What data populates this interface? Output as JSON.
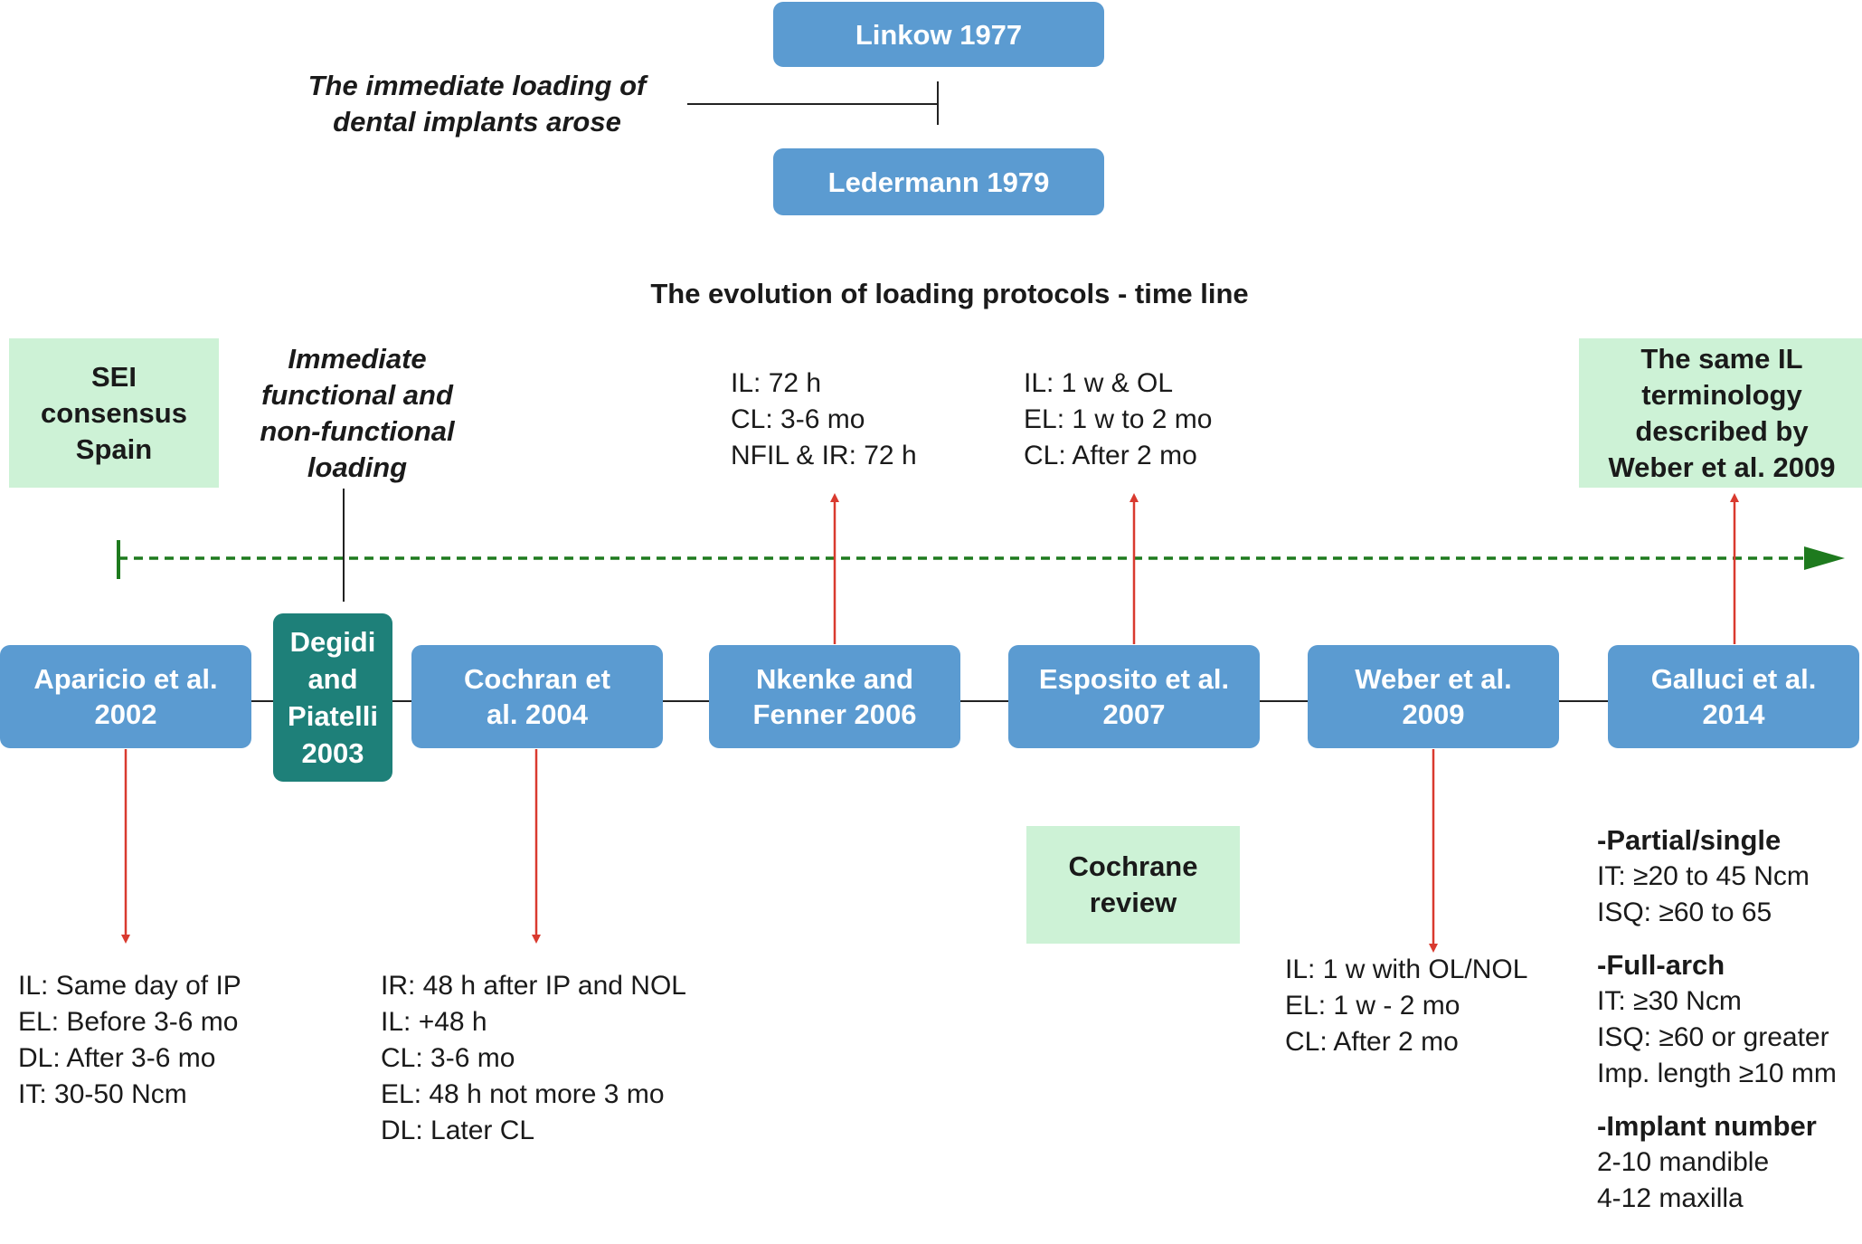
{
  "header": {
    "top_box": "Linkow 1977",
    "bottom_box": "Ledermann 1979",
    "note": "The immediate loading of\ndental implants arose"
  },
  "title": "The evolution of loading protocols - time line",
  "above": {
    "sei": "SEI\nconsensus\nSpain",
    "immediate": "Immediate\nfunctional and\nnon-functional\nloading",
    "nkenke_notes": "IL: 72 h\nCL: 3-6 mo\nNFIL & IR: 72 h",
    "esposito_notes": "IL: 1 w & OL\nEL: 1 w to 2 mo\nCL: After 2 mo",
    "weber_note": "The same IL\nterminology\ndescribed by\nWeber et al. 2009"
  },
  "timeline": [
    {
      "label": "Aparicio et al.\n2002"
    },
    {
      "label": "Degidi\nand\nPiatelli\n2003"
    },
    {
      "label": "Cochran et\nal. 2004"
    },
    {
      "label": "Nkenke and\nFenner 2006"
    },
    {
      "label": "Esposito et al.\n2007"
    },
    {
      "label": "Weber et al.\n2009"
    },
    {
      "label": "Galluci et al.\n2014"
    }
  ],
  "below": {
    "aparicio_notes": "IL: Same day of IP\nEL: Before 3-6 mo\nDL: After 3-6 mo\nIT: 30-50 Ncm",
    "cochran_notes": "IR: 48 h after IP and NOL\nIL: +48 h\nCL: 3-6 mo\nEL: 48 h not more 3 mo\nDL: Later CL",
    "cochrane_review": "Cochrane\nreview",
    "weber_notes": "IL: 1 w with OL/NOL\nEL: 1 w - 2 mo\nCL: After 2 mo",
    "galluci": {
      "partial_heading": "-Partial/single",
      "partial_lines": "IT: ≥20 to 45 Ncm\nISQ: ≥60 to 65",
      "fullarch_heading": "-Full-arch",
      "fullarch_lines": "IT: ≥30 Ncm\nISQ: ≥60 or greater\nImp. length ≥10 mm",
      "number_heading": "-Implant number",
      "number_lines": "2-10 mandible\n4-12 maxilla"
    }
  },
  "colors": {
    "blue_box": "#5b9bd1",
    "teal_box": "#1e8079",
    "green_box": "#cdf2d6",
    "red_arrow": "#d93a2f",
    "green_dashed": "#1e7a1e"
  }
}
